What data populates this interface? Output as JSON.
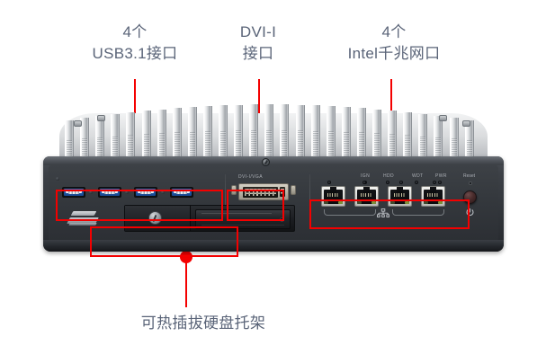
{
  "page": {
    "background_color": "#ffffff",
    "accent_color": "#f40000",
    "label_text_color": "#5a6478"
  },
  "annotations": [
    {
      "id": "usb",
      "name": "usb-annotation",
      "line1": "4个",
      "line2": "USB3.1接口"
    },
    {
      "id": "dvi",
      "name": "dvi-annotation",
      "line1": "DVI-I",
      "line2": "接口"
    },
    {
      "id": "lan",
      "name": "lan-annotation",
      "line1": "4个",
      "line2": "Intel千兆网口"
    },
    {
      "id": "bay",
      "name": "drive-bay-annotation",
      "line1": "可热插拔硬盘托架",
      "line2": ""
    }
  ],
  "device": {
    "type": "fanless-industrial-computer",
    "front_panel": {
      "usb_ports": {
        "count": 4,
        "standard": "USB 3.1",
        "color": "#1f57a8"
      },
      "dvi_port": {
        "silkscreen": "DVI-I/VGA",
        "count": 1
      },
      "ethernet_ports": {
        "count": 4,
        "vendor": "Intel",
        "speed": "千兆"
      },
      "status_leds": [
        {
          "label": "IGN"
        },
        {
          "label": "HDD"
        },
        {
          "label": "WDT"
        },
        {
          "label": "PWR"
        }
      ],
      "reset": {
        "label": "Reset"
      },
      "power_button": {
        "icon": "power-icon",
        "symbol": "⏻"
      },
      "drive_bay": {
        "label": "可热插拔硬盘托架",
        "lock": "key-lock",
        "trays": 1
      },
      "lan_group_icon": "network-icon"
    },
    "heatsink": {
      "fin_count": 27,
      "material": "aluminium"
    }
  }
}
